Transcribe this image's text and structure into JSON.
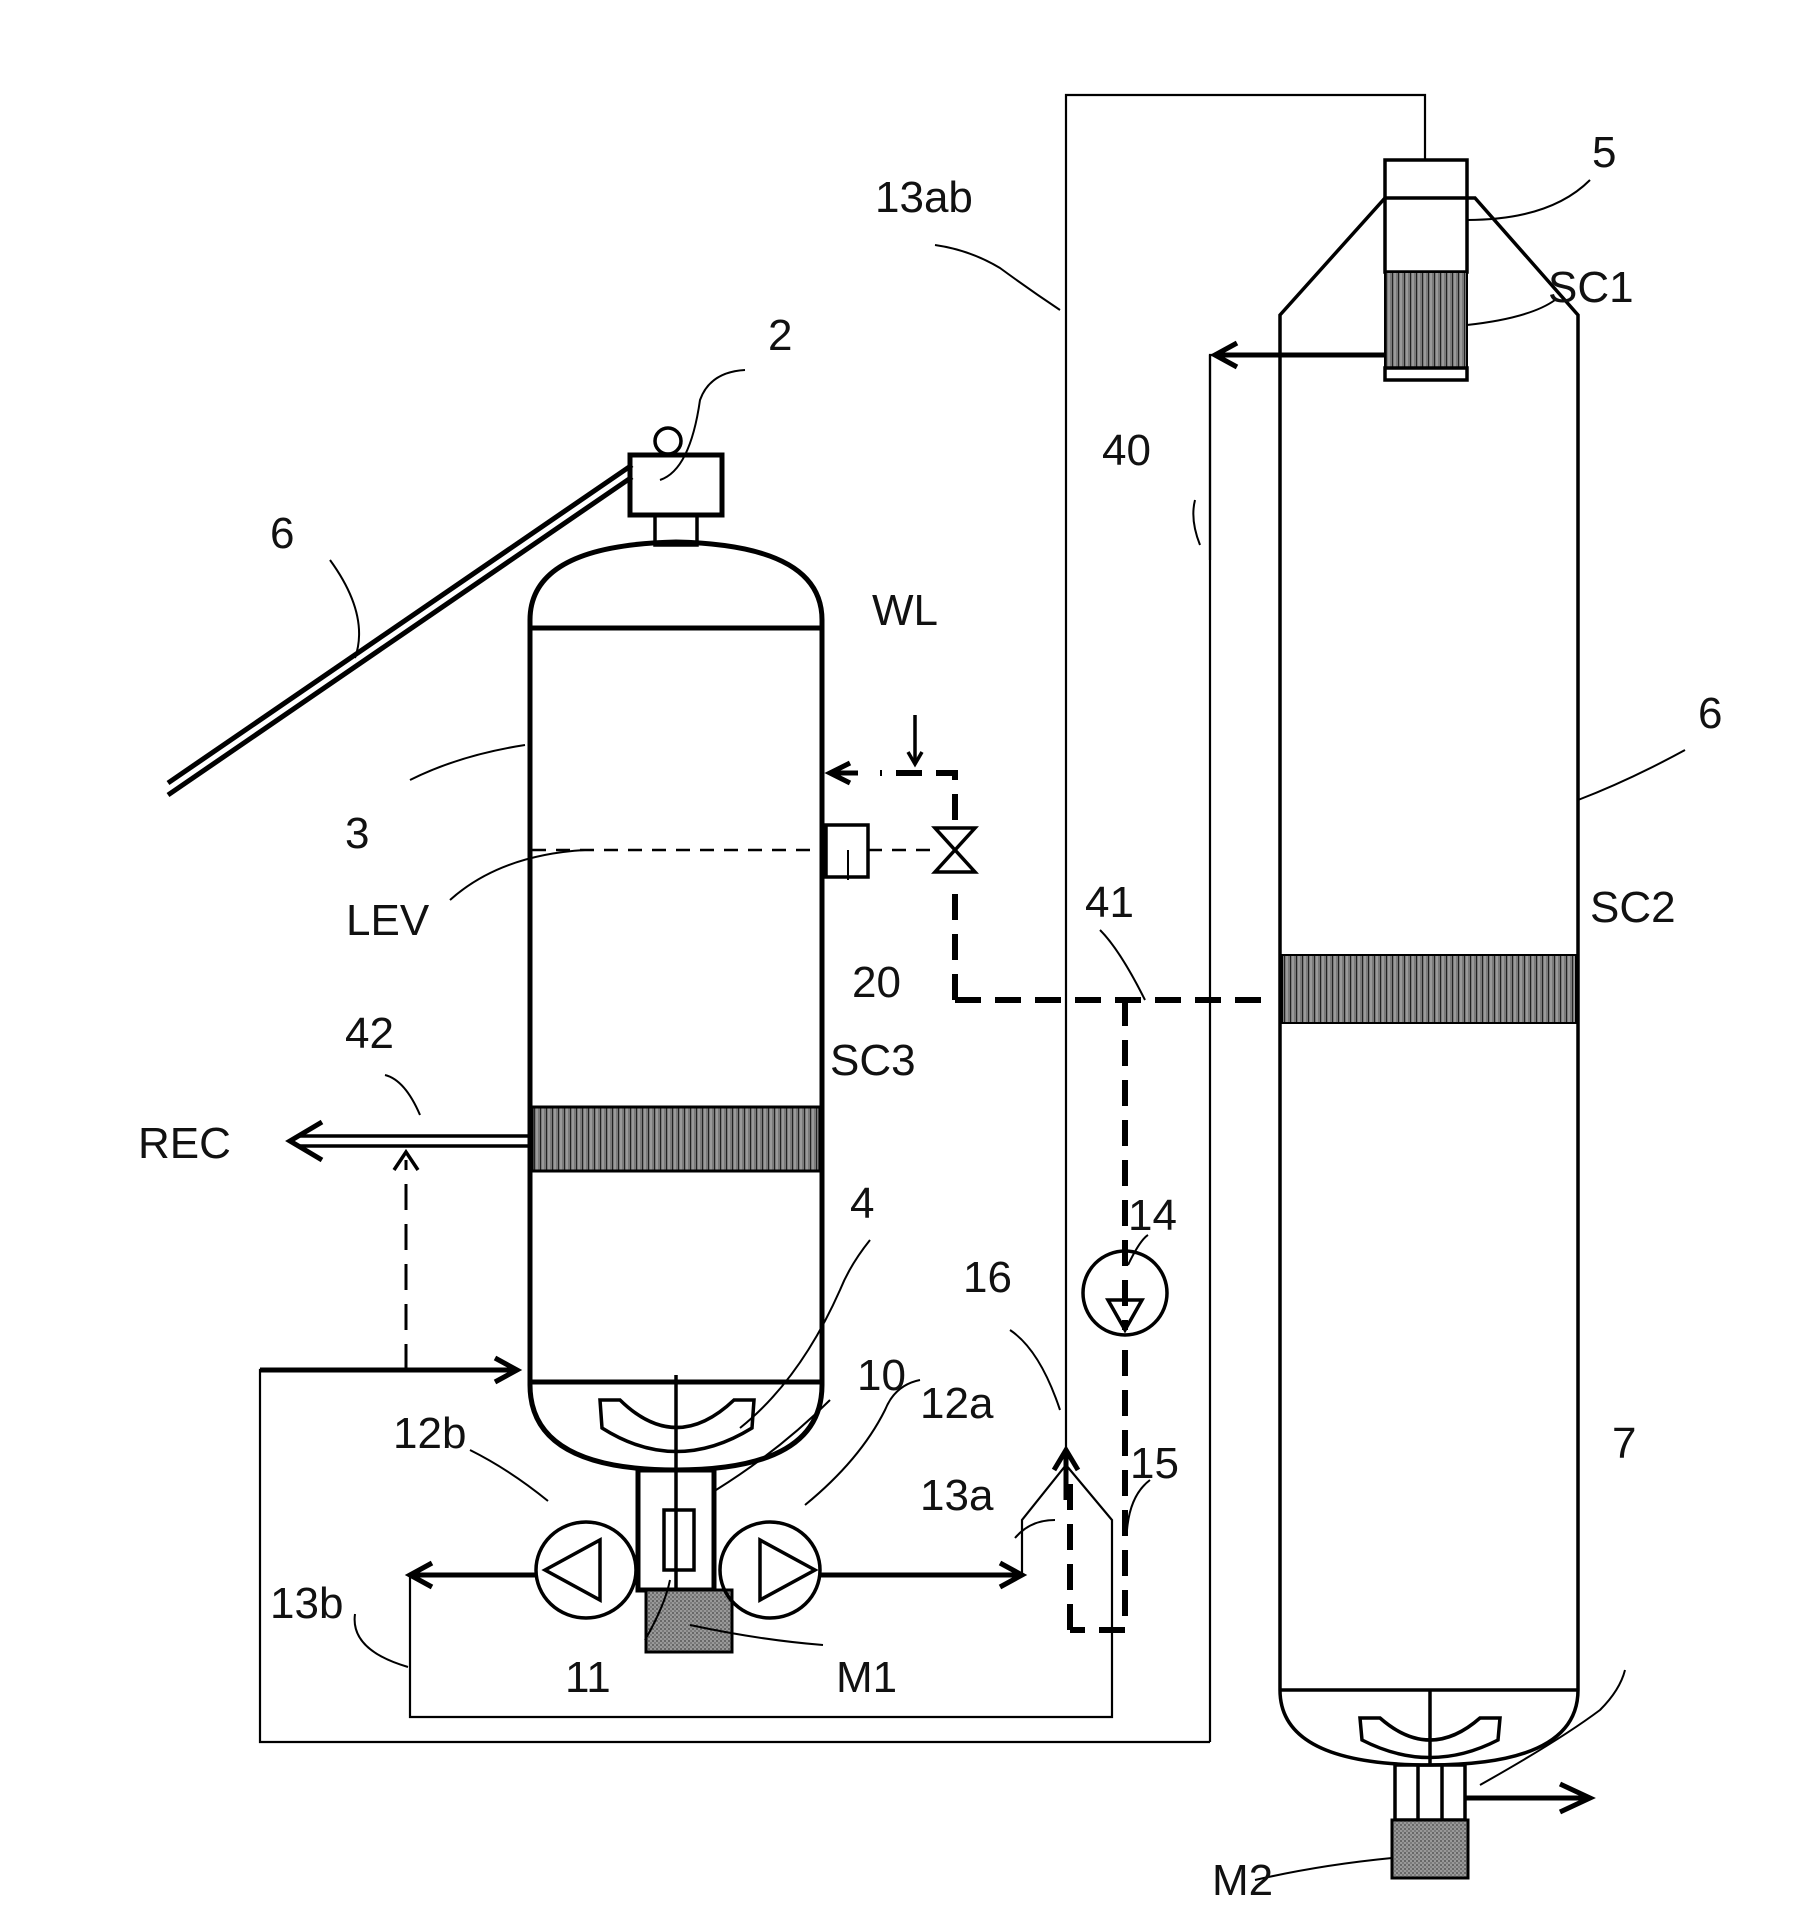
{
  "labels": {
    "n2": "2",
    "n3": "3",
    "n4": "4",
    "n5": "5",
    "n6_left": "6",
    "n6_right": "6",
    "n7": "7",
    "n10": "10",
    "n11": "11",
    "n12a": "12a",
    "n12b": "12b",
    "n13a": "13a",
    "n13b": "13b",
    "n13ab": "13ab",
    "n14": "14",
    "n15": "15",
    "n16": "16",
    "n20": "20",
    "n40": "40",
    "n41": "41",
    "n42": "42",
    "sc1": "SC1",
    "sc2": "SC2",
    "sc3": "SC3",
    "wl": "WL",
    "lev": "LEV",
    "rec": "REC",
    "m1": "M1",
    "m2": "M2"
  }
}
